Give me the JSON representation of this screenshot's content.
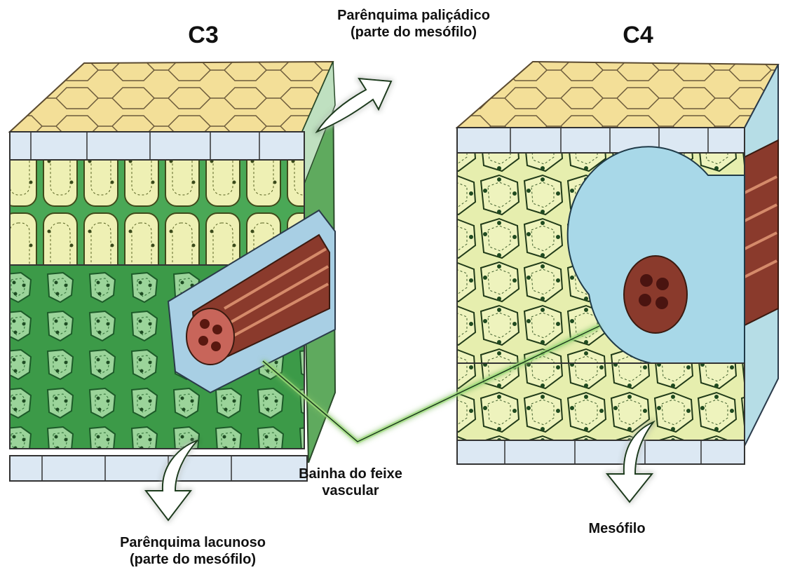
{
  "panels": {
    "c3": {
      "title": "C3"
    },
    "c4": {
      "title": "C4"
    }
  },
  "labels": {
    "palisade_line1": "Parênquima paliçádico",
    "palisade_line2": "(parte do mesófilo)",
    "spongy_line1": "Parênquima lacunoso",
    "spongy_line2": "(parte do mesófilo)",
    "sheath_line1": "Bainha do feixe",
    "sheath_line2": "vascular",
    "mesophyll": "Mesófilo"
  },
  "colors": {
    "cuticle": "#f2dc95",
    "epidermis": "#dbe6f2",
    "palisade": "#e8ecaa",
    "spongy": "#8ed08e",
    "dark_green": "#2f8f3c",
    "sheath": "#a9d6e6",
    "xylem": "#8b3a2a",
    "arrow_glow": "#9ee07a"
  },
  "icons": [
    "curved-arrow-icon"
  ]
}
